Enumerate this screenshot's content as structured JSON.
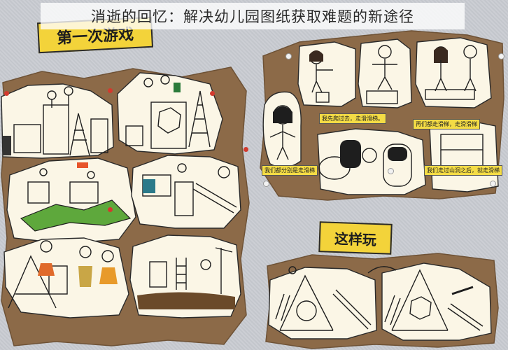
{
  "caption": "消逝的回忆：解决幼儿园图纸获取难题的新途径",
  "boards": {
    "left": {
      "title": "第一次游戏"
    },
    "right_bottom": {
      "title": "这样玩"
    }
  },
  "notes": {
    "n1": "我先爬过去，走滑滑梯。",
    "n2": "再们都走滑梯，走滑滑梯",
    "n3": "我们都分别是走滑梯",
    "n4": "我们走过山洞之后，就走滑梯"
  },
  "colors": {
    "background": "#c9ccd2",
    "kraft_paper": "#8c6a48",
    "drawing_paper": "#fbf6e6",
    "title_card": "#f3d33a",
    "pin_red": "#d23a2e",
    "pin_white": "#f2f2f2"
  }
}
